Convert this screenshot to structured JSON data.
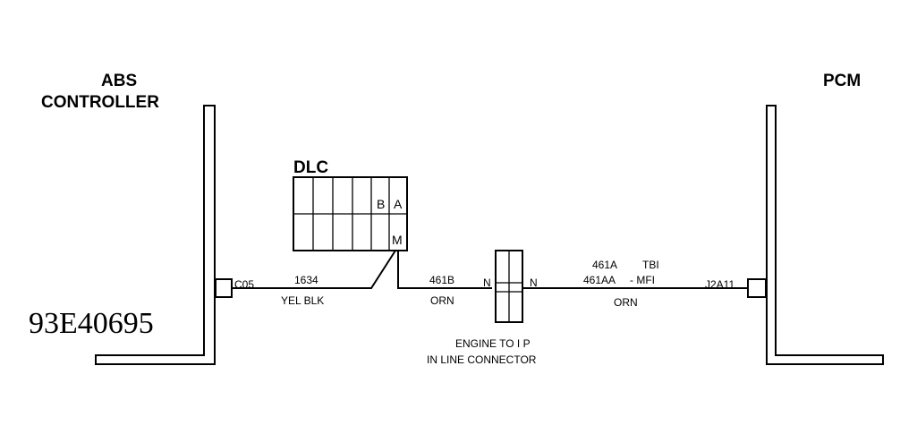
{
  "figure_id": "93E40695",
  "abs_controller": {
    "title_line1": "ABS",
    "title_line2": "CONTROLLER",
    "pin": "C05"
  },
  "pcm": {
    "title": "PCM",
    "pin": "J2A11"
  },
  "dlc": {
    "title": "DLC",
    "pin_b": "B",
    "pin_a": "A",
    "pin_m": "M"
  },
  "wire_left": {
    "circuit": "1634",
    "color": "YEL BLK"
  },
  "wire_mid": {
    "circuit": "461B",
    "color": "ORN"
  },
  "wire_right": {
    "circuit_tbi": "461A",
    "label_tbi": "TBI",
    "circuit_mfi": "461AA",
    "label_mfi": "- MFI",
    "color": "ORN"
  },
  "inline_connector": {
    "pin_left": "N",
    "pin_right": "N",
    "caption_line1": "ENGINE TO I P",
    "caption_line2": "IN  LINE CONNECTOR"
  }
}
